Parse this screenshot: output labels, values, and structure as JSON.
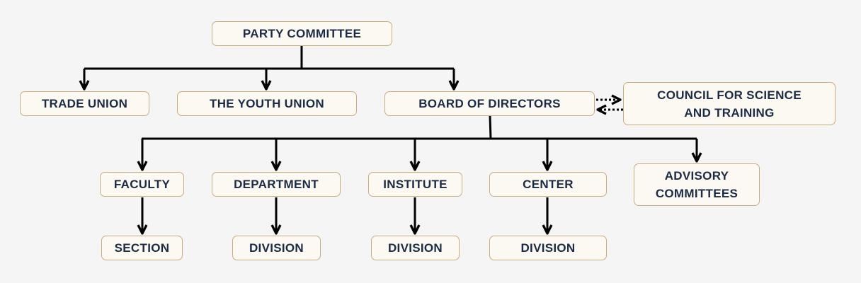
{
  "diagram": {
    "nodes": {
      "party_committee": "PARTY COMMITTEE",
      "trade_union": "TRADE UNION",
      "youth_union": "THE YOUTH UNION",
      "board_of_directors": "BOARD OF DIRECTORS",
      "council_for_science": [
        "COUNCIL FOR SCIENCE",
        "AND TRAINING"
      ],
      "faculty": "FACULTY",
      "department": "DEPARTMENT",
      "institute": "INSTITUTE",
      "center": "CENTER",
      "advisory_committees": [
        "ADVISORY",
        "COMMITTEES"
      ],
      "section": "SECTION",
      "division_department": "DIVISION",
      "division_institute": "DIVISION",
      "division_center": "DIVISION"
    },
    "colors": {
      "background": "#f5f5f5",
      "node_fill": "#fbf9f2",
      "node_border": "#c8ad7f",
      "text": "#1c2b45",
      "connector": "#000000"
    }
  }
}
